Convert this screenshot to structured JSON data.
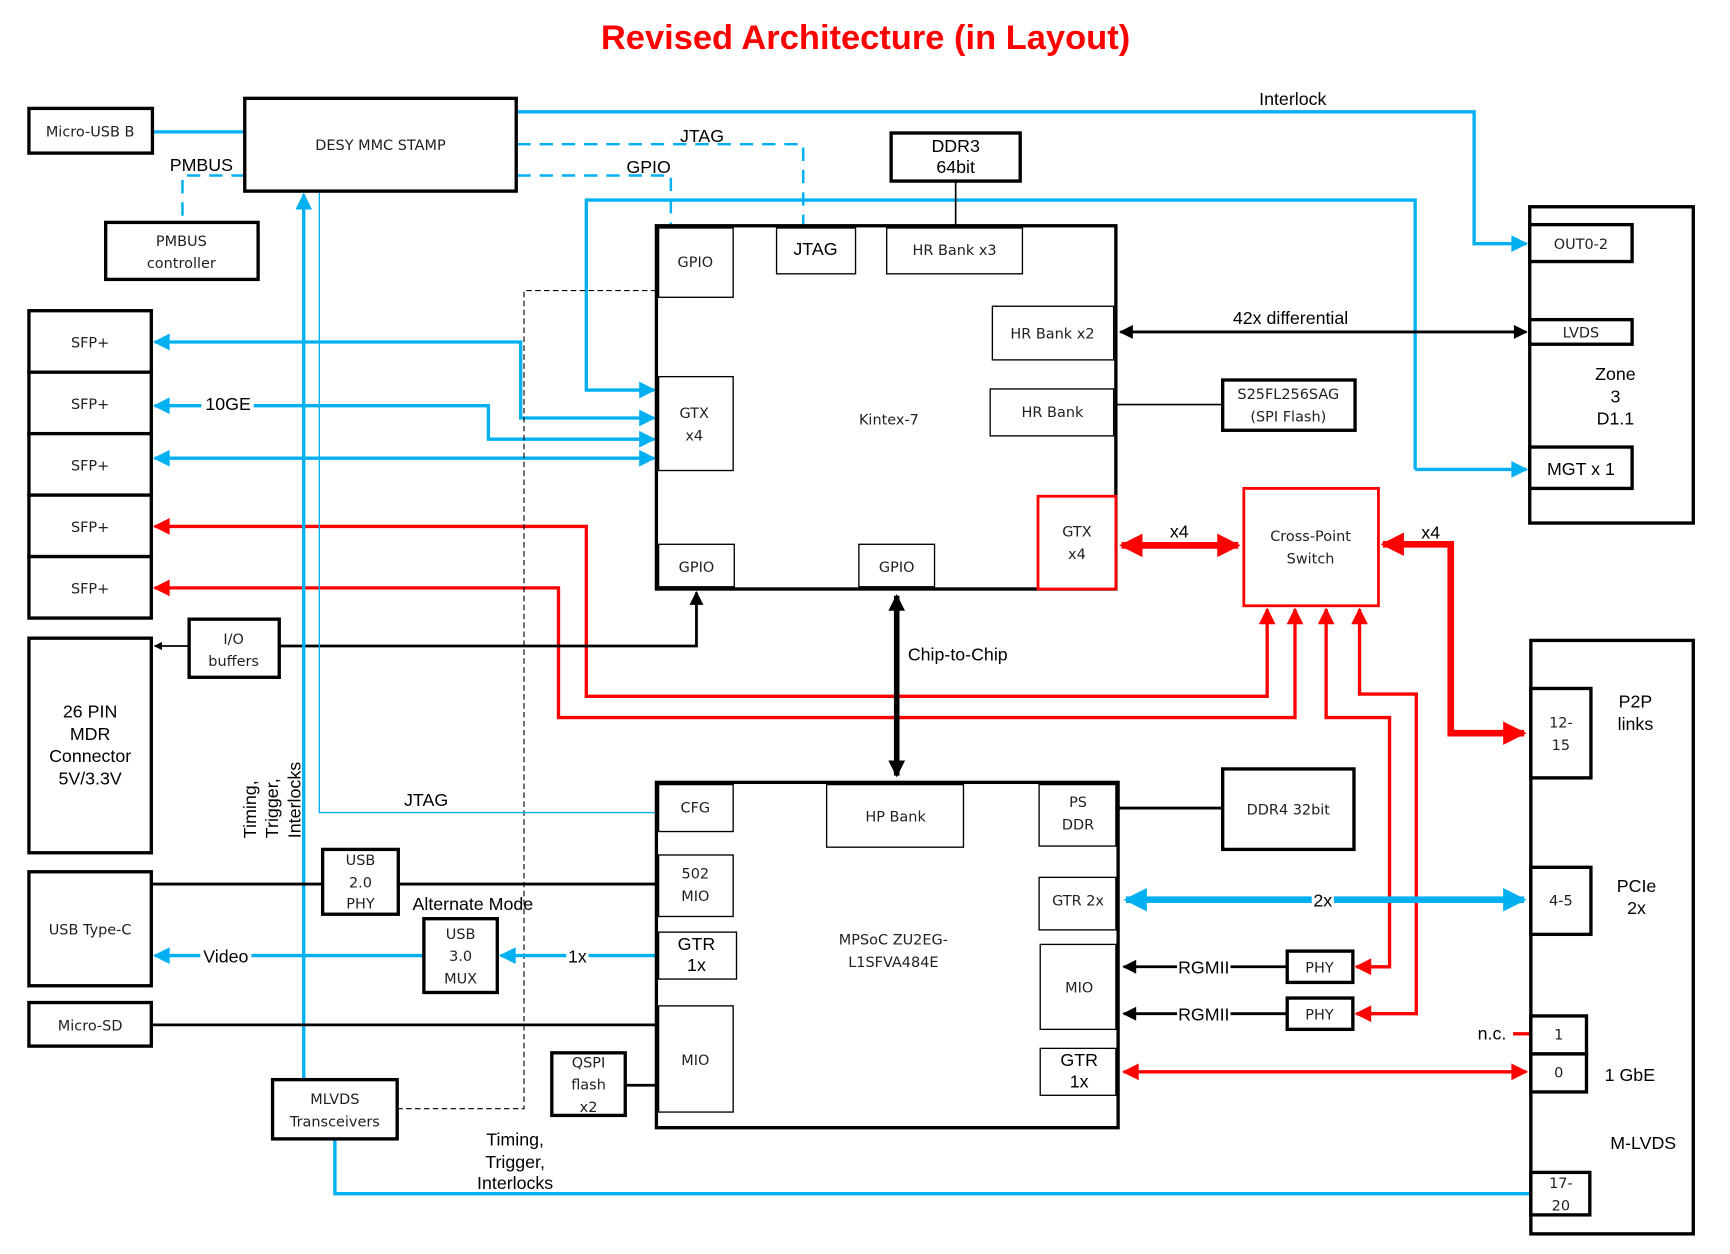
{
  "title": "Revised Architecture (in Layout)",
  "colors": {
    "title": "#ff0000",
    "blue_link": "#00b0f0",
    "red_link": "#ff0000",
    "black_link": "#000000"
  },
  "blocks": {
    "micro_usb_b": "Micro-USB B",
    "desy_mmc_stamp": "DESY MMC STAMP",
    "pmbus_controller": [
      "PMBUS",
      "controller"
    ],
    "ddr3": [
      "DDR3",
      "64bit"
    ],
    "sfp": [
      "SFP+",
      "SFP+",
      "SFP+",
      "SFP+",
      "SFP+"
    ],
    "io_buffers": [
      "I/O",
      "buffers"
    ],
    "mdr_connector": [
      "26 PIN",
      "MDR",
      "Connector",
      "5V/3.3V"
    ],
    "usb_type_c": "USB Type-C",
    "micro_sd": "Micro-SD",
    "usb20_phy": [
      "USB",
      "2.0",
      "PHY"
    ],
    "usb30_mux": [
      "USB",
      "3.0",
      "MUX"
    ],
    "mlvds_transceivers": [
      "MLVDS",
      "Transceivers"
    ],
    "qspi_flash": [
      "QSPI",
      "flash",
      "x2"
    ],
    "spi_flash": [
      "S25FL256SAG",
      "(SPI Flash)"
    ],
    "cross_point_switch": [
      "Cross-Point",
      "Switch"
    ],
    "ddr4": "DDR4 32bit",
    "phy_1": "PHY",
    "phy_2": "PHY"
  },
  "kintex": {
    "name": "Kintex-7",
    "gpio_top": "GPIO",
    "jtag": "JTAG",
    "hr_bank_x3": "HR Bank x3",
    "hr_bank_x2": "HR Bank x2",
    "hr_bank": "HR Bank",
    "gtx_left": [
      "GTX",
      "x4"
    ],
    "gtx_right": [
      "GTX",
      "x4"
    ],
    "gpio_bottom_left": "GPIO",
    "gpio_bottom_mid": "GPIO"
  },
  "mpsoc": {
    "name": [
      "MPSoC ZU2EG-",
      "L1SFVA484E"
    ],
    "cfg": "CFG",
    "mio_502": [
      "502",
      "MIO"
    ],
    "gtr_left": [
      "GTR",
      "1x"
    ],
    "mio_left": "MIO",
    "hp_bank": "HP Bank",
    "ps_ddr": [
      "PS",
      "DDR"
    ],
    "gtr_2x": "GTR 2x",
    "mio_right": "MIO",
    "gtr_right": [
      "GTR",
      "1x"
    ]
  },
  "zone3": {
    "name": [
      "Zone",
      "3",
      "D1.1"
    ],
    "out": "OUT0-2",
    "lvds": "LVDS",
    "mgt": "MGT x 1"
  },
  "mlvds_connector": {
    "p2p_port": [
      "12-",
      "15"
    ],
    "p2p_label": [
      "P2P",
      "links"
    ],
    "pcie_port": "4-5",
    "pcie_label": [
      "PCIe",
      "2x"
    ],
    "gbe_port_1": "1",
    "gbe_port_0": "0",
    "gbe_label": "1 GbE",
    "nc_label": "n.c.",
    "name": "M-LVDS",
    "timing_port": [
      "17-",
      "20"
    ]
  },
  "links": {
    "interlock": "Interlock",
    "jtag_top": "JTAG",
    "gpio_top": "GPIO",
    "pmbus": "PMBUS",
    "tengbe": "10GE",
    "differential": "42x differential",
    "x4_left": "x4",
    "x4_right": "x4",
    "chip_to_chip": "Chip-to-Chip",
    "jtag_cfg": "JTAG",
    "timing_vertical": [
      "Timing,",
      "Trigger,",
      "Interlocks"
    ],
    "alternate_mode": "Alternate Mode",
    "video": "Video",
    "one_x": "1x",
    "two_x": "2x",
    "rgmii_1": "RGMII",
    "rgmii_2": "RGMII",
    "timing_bottom": [
      "Timing,",
      "Trigger,",
      "Interlocks"
    ]
  }
}
